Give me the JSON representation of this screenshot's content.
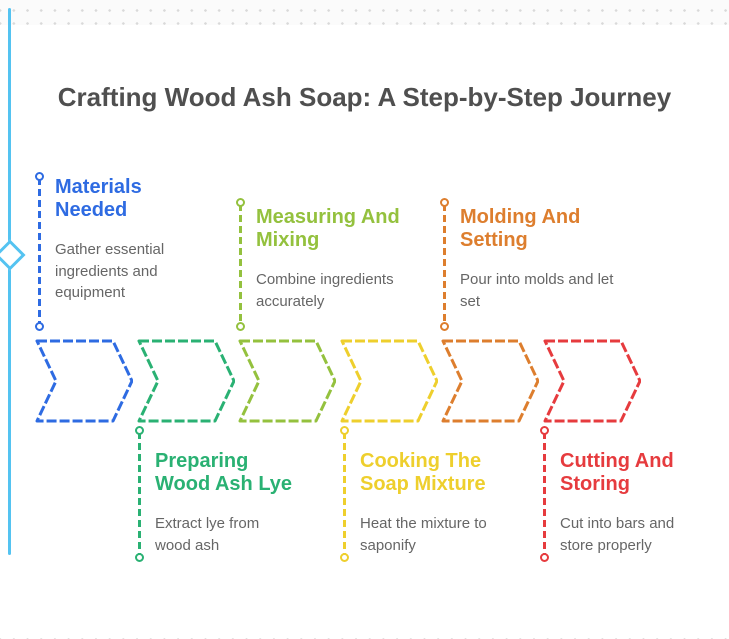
{
  "page": {
    "title": "Crafting Wood Ash Soap: A Step-by-Step Journey",
    "title_color": "#4f4f4f",
    "background_color": "#ffffff",
    "body_text_color": "#666666",
    "dot_color": "#d9d9d9",
    "edge_accent_color": "#54c3f1"
  },
  "steps": [
    {
      "id": 1,
      "position": "top",
      "title": "Materials Needed",
      "description": "Gather essential ingredients and equipment",
      "color": "#2e6be2"
    },
    {
      "id": 2,
      "position": "bottom",
      "title": "Preparing Wood Ash Lye",
      "description": "Extract lye from wood ash",
      "color": "#2ab173"
    },
    {
      "id": 3,
      "position": "top",
      "title": "Measuring And Mixing",
      "description": "Combine ingredients accurately",
      "color": "#94c13e"
    },
    {
      "id": 4,
      "position": "bottom",
      "title": "Cooking The Soap Mixture",
      "description": "Heat the mixture to saponify",
      "color": "#eecf2d"
    },
    {
      "id": 5,
      "position": "top",
      "title": "Molding And Setting",
      "description": "Pour into molds and let set",
      "color": "#dd7e2e"
    },
    {
      "id": 6,
      "position": "bottom",
      "title": "Cutting And Storing",
      "description": "Cut into bars and store properly",
      "color": "#e63b3e"
    }
  ]
}
